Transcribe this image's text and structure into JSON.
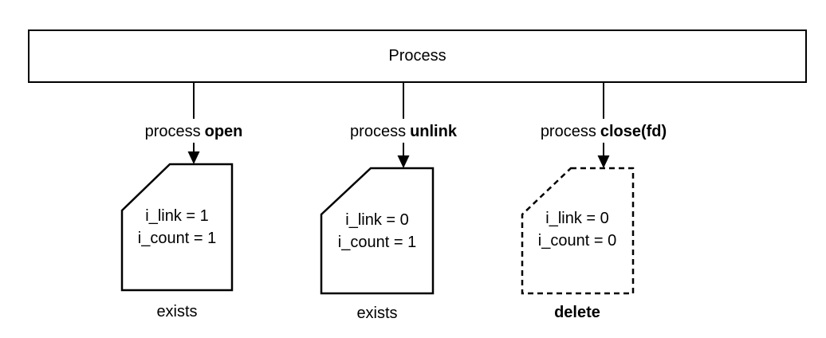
{
  "colors": {
    "ink": "#000000",
    "background": "#ffffff"
  },
  "diagram": {
    "root": {
      "label": "Process"
    },
    "branches": [
      {
        "edge_prefix": "process",
        "edge_action": "open",
        "node_line1": "i_link = 1",
        "node_line2": "i_count = 1",
        "node_style": "solid",
        "result": "exists"
      },
      {
        "edge_prefix": "process",
        "edge_action": "unlink",
        "node_line1": "i_link = 0",
        "node_line2": "i_count = 1",
        "node_style": "solid",
        "result": "exists"
      },
      {
        "edge_prefix": "process",
        "edge_action": "close(fd)",
        "node_line1": "i_link = 0",
        "node_line2": "i_count = 0",
        "node_style": "dashed",
        "result": "delete"
      }
    ]
  }
}
